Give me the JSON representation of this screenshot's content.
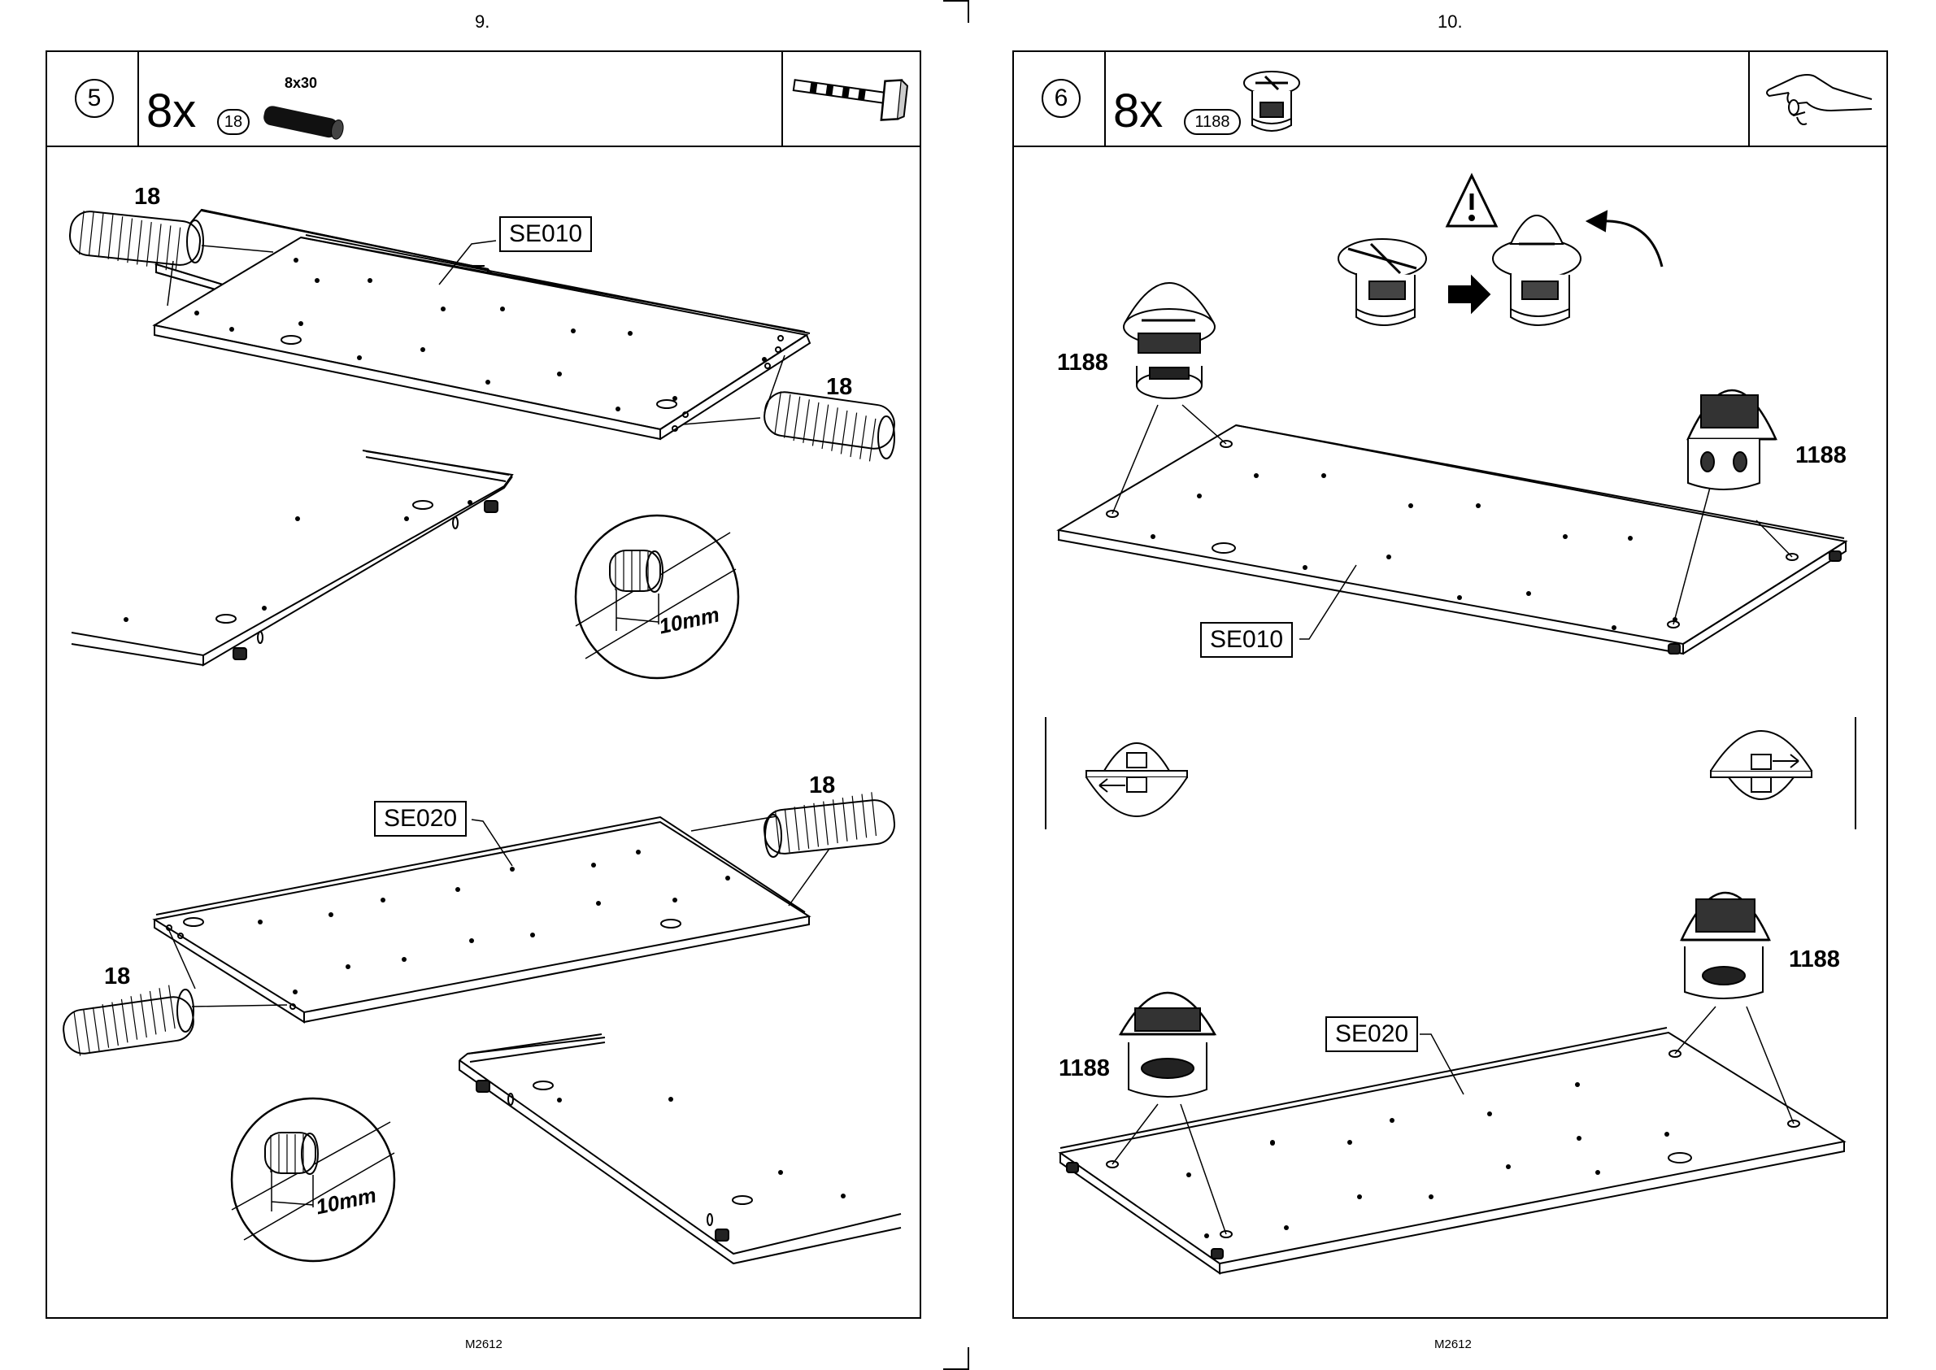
{
  "pages": [
    {
      "page_number": "9.",
      "footer_code": "M2612",
      "step": {
        "number": "5",
        "quantity": "8x",
        "part_number": "18",
        "part_size": "8x30",
        "tool_icon": "hammer-icon"
      },
      "callouts": [
        "18",
        "18",
        "18",
        "18"
      ],
      "panel_labels": [
        "SE010",
        "SE020"
      ],
      "dimension": "10mm"
    },
    {
      "page_number": "10.",
      "footer_code": "M2612",
      "step": {
        "number": "6",
        "quantity": "8x",
        "part_number": "1188",
        "tool_icon": "hand-icon"
      },
      "warning_icon": "warning-triangle-icon",
      "callouts": [
        "1188",
        "1188",
        "1188",
        "1188"
      ],
      "panel_labels": [
        "SE010",
        "SE020"
      ]
    }
  ]
}
